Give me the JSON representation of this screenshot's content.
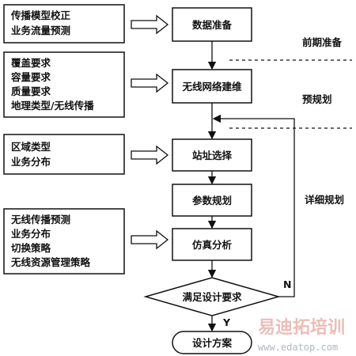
{
  "inputs": {
    "group1": [
      "传播模型校正",
      "业务流量预测"
    ],
    "group2": [
      "覆盖要求",
      "容量要求",
      "质量要求",
      "地理类型/无线传播"
    ],
    "group3": [
      "区域类型",
      "业务分布"
    ],
    "group4": [
      "无线传播预测",
      "业务分布",
      "切换策略",
      "无线资源管理策略"
    ]
  },
  "process": {
    "data_prep": "数据准备",
    "network_modeling": "无线网络建维",
    "site_selection": "站址选择",
    "param_planning": "参数规划",
    "simulation": "仿真分析",
    "decision": "满足设计要求",
    "result": "设计方案"
  },
  "phases": {
    "early_prep": "前期准备",
    "pre_planning": "预规划",
    "detailed_planning": "详细规划"
  },
  "branch_labels": {
    "no": "N",
    "yes": "Y"
  },
  "watermark": {
    "brand": "易迪拓培训",
    "url": "www.edatop.com"
  }
}
